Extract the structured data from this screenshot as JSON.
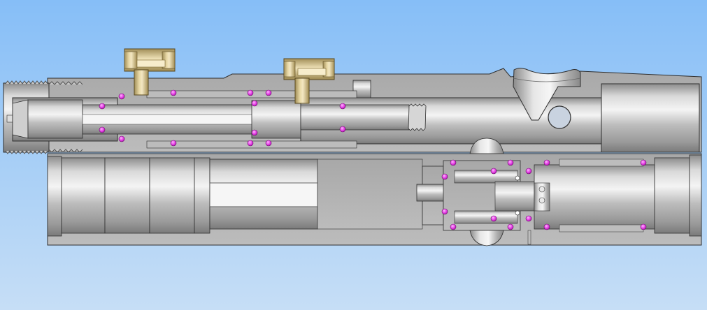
{
  "colors": {
    "background_top": "#86BEF7",
    "background_bottom": "#C6DEF6",
    "steel_dark": "#7E7E7E",
    "steel_mid": "#B4B4B4",
    "steel_light": "#F2F2F2",
    "outline": "#2E2E2E",
    "brass_dark": "#9C8850",
    "brass_light": "#EFE0B0",
    "seal": "#E43BE4",
    "port_hole": "#C9D3E0"
  },
  "components": [
    "outer-barrel-housing",
    "lower-cylinder-body",
    "inner-bolt-assembly",
    "brass-tee-fitting-left",
    "brass-tee-fitting-right",
    "feed-hopper-neck",
    "valve-assembly",
    "o-ring-seals"
  ]
}
